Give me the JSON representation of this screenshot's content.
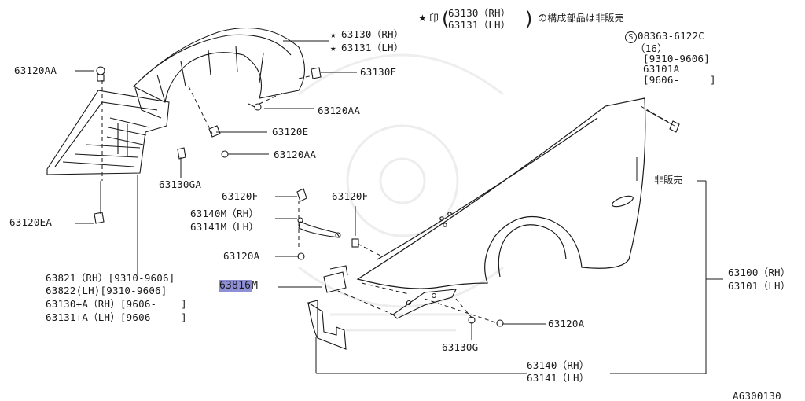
{
  "note": {
    "star": "★",
    "mark": "印",
    "rh": "63130（RH）",
    "lh": "63131（LH）",
    "text": "の構成部品は非販売"
  },
  "labels": {
    "l63130": "63130（RH）",
    "l63131": "63131（LH）",
    "l63120AA_a": "63120AA",
    "l63130E": "63130E",
    "l63120AA_b": "63120AA",
    "l63120E": "63120E",
    "l63120AA_c": "63120AA",
    "l63130GA": "63130GA",
    "l63120EA": "63120EA",
    "l63120F_a": "63120F",
    "l63120F_b": "63120F",
    "l63140M": "63140M（RH）",
    "l63141M": "63141M（LH）",
    "l63120A_a": "63120A",
    "l63816": "63816",
    "l63816_suffix": "M",
    "l63821": "63821（RH）[9310-9606]",
    "l63822": "63822(LH)[9310-9606]",
    "l63130A": "63130+A（RH）[9606-    ]",
    "l63131A": "63131+A（LH）[9606-    ]",
    "l08363": "08363-6122C",
    "l16": "（16）",
    "l9310": "[9310-9606]",
    "l63101A": "63101A",
    "l9606": "[9606-     ]",
    "lhiban": "非販売",
    "l63100": "63100（RH）",
    "l63101": "63101（LH）",
    "l63120A_b": "63120A",
    "l63130G": "63130G",
    "l63140": "63140（RH）",
    "l63141": "63141（LH）",
    "code": "A6300130"
  },
  "icons": {
    "screw": "S"
  },
  "colors": {
    "highlight": "#8f8fd6",
    "ink": "#1a1a1a"
  }
}
